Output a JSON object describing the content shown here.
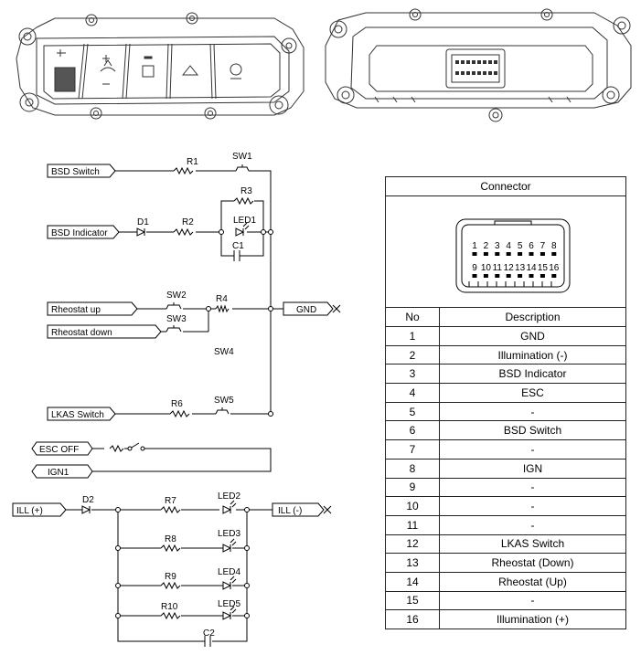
{
  "connector": {
    "title": "Connector",
    "pin_row1": [
      "1",
      "2",
      "3",
      "4",
      "5",
      "6",
      "7",
      "8"
    ],
    "pin_row2": [
      "9",
      "10",
      "11",
      "12",
      "13",
      "14",
      "15",
      "16"
    ],
    "header_no": "No",
    "header_desc": "Description",
    "rows": [
      {
        "no": "1",
        "desc": "GND"
      },
      {
        "no": "2",
        "desc": "Illumination (-)"
      },
      {
        "no": "3",
        "desc": "BSD Indicator"
      },
      {
        "no": "4",
        "desc": "ESC"
      },
      {
        "no": "5",
        "desc": "-"
      },
      {
        "no": "6",
        "desc": "BSD Switch"
      },
      {
        "no": "7",
        "desc": "-"
      },
      {
        "no": "8",
        "desc": "IGN"
      },
      {
        "no": "9",
        "desc": "-"
      },
      {
        "no": "10",
        "desc": "-"
      },
      {
        "no": "11",
        "desc": "-"
      },
      {
        "no": "12",
        "desc": "LKAS Switch"
      },
      {
        "no": "13",
        "desc": "Rheostat (Down)"
      },
      {
        "no": "14",
        "desc": "Rheostat (Up)"
      },
      {
        "no": "15",
        "desc": "-"
      },
      {
        "no": "16",
        "desc": "Illumination (+)"
      }
    ]
  },
  "schematic": {
    "bsd_switch": "BSD Switch",
    "bsd_indicator": "BSD Indicator",
    "rheostat_up": "Rheostat up",
    "rheostat_down": "Rheostat down",
    "lkas_switch": "LKAS Switch",
    "esc_off": "ESC OFF",
    "ign1": "IGN1",
    "gnd": "GND",
    "ill_plus": "ILL (+)",
    "ill_minus": "ILL (-)",
    "r1": "R1",
    "r2": "R2",
    "r3": "R3",
    "r4": "R4",
    "r6": "R6",
    "r7": "R7",
    "r8": "R8",
    "r9": "R9",
    "r10": "R10",
    "sw1": "SW1",
    "sw2": "SW2",
    "sw3": "SW3",
    "sw4": "SW4",
    "sw5": "SW5",
    "d1": "D1",
    "d2": "D2",
    "led1": "LED1",
    "led2": "LED2",
    "led3": "LED3",
    "led4": "LED4",
    "led5": "LED5",
    "c1": "C1",
    "c2": "C2"
  }
}
